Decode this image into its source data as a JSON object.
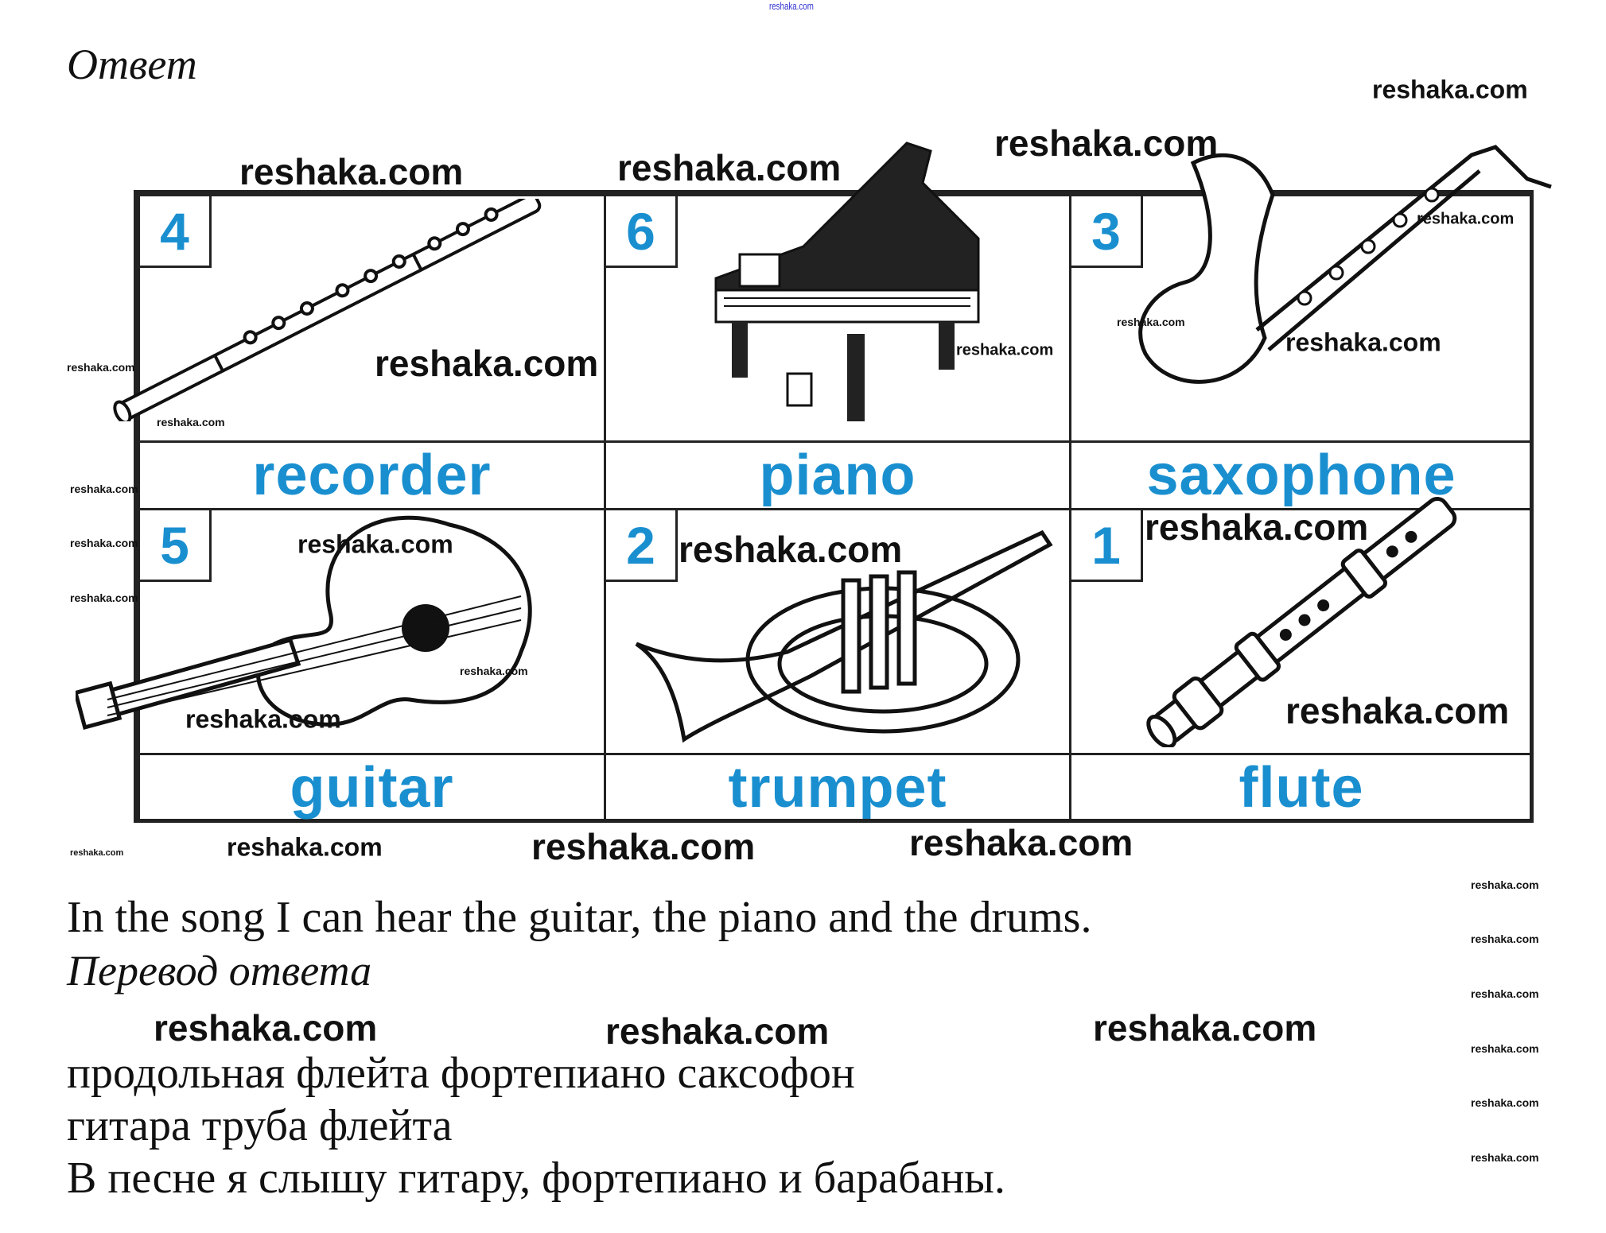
{
  "header_watermark": "reshaka.com",
  "answer_heading": "Ответ",
  "cards": [
    {
      "number": "4",
      "label": "recorder",
      "icon": "flute-drawing"
    },
    {
      "number": "6",
      "label": "piano",
      "icon": "piano-drawing"
    },
    {
      "number": "3",
      "label": "saxophone",
      "icon": "saxophone-drawing"
    },
    {
      "number": "5",
      "label": "guitar",
      "icon": "guitar-drawing"
    },
    {
      "number": "2",
      "label": "trumpet",
      "icon": "trumpet-drawing"
    },
    {
      "number": "1",
      "label": "flute",
      "icon": "recorder-drawing"
    }
  ],
  "answer_sentence": "In the song I can hear the guitar, the piano and the drums.",
  "translation_heading": "Перевод ответа",
  "translation_lines": [
    "продольная флейта фортепиано саксофон",
    "гитара труба флейта",
    "В песне я слышу гитару, фортепиано и барабаны."
  ],
  "watermarks": [
    "reshaka.com",
    "reshaka.com",
    "reshaka.com",
    "reshaka.com",
    "reshaka.com",
    "reshaka.com",
    "reshaka.com",
    "reshaka.com",
    "reshaka.com",
    "reshaka.com",
    "reshaka.com",
    "reshaka.com",
    "reshaka.com",
    "reshaka.com",
    "reshaka.com",
    "reshaka.com",
    "reshaka.com",
    "reshaka.com",
    "reshaka.com",
    "reshaka.com",
    "reshaka.com",
    "reshaka.com",
    "reshaka.com",
    "reshaka.com",
    "reshaka.com",
    "reshaka.com",
    "reshaka.com",
    "reshaka.com",
    "reshaka.com",
    "reshaka.com",
    "reshaka.com",
    "reshaka.com",
    "reshaka.com"
  ],
  "colors": {
    "label_blue": "#1a8fd0",
    "text": "#111111"
  }
}
